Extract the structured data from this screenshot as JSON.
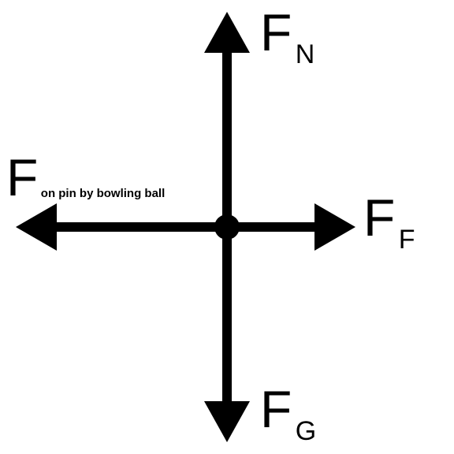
{
  "diagram": {
    "colors": {
      "background": "#ffffff",
      "ink": "#000000"
    },
    "forces": {
      "normal": {
        "symbol": "F",
        "subscript": "N",
        "direction": "up"
      },
      "friction": {
        "symbol": "F",
        "subscript": "F",
        "direction": "right"
      },
      "gravity": {
        "symbol": "F",
        "subscript": "G",
        "direction": "down"
      },
      "applied": {
        "symbol": "F",
        "subscript": "on pin by bowling ball",
        "direction": "left"
      }
    }
  }
}
